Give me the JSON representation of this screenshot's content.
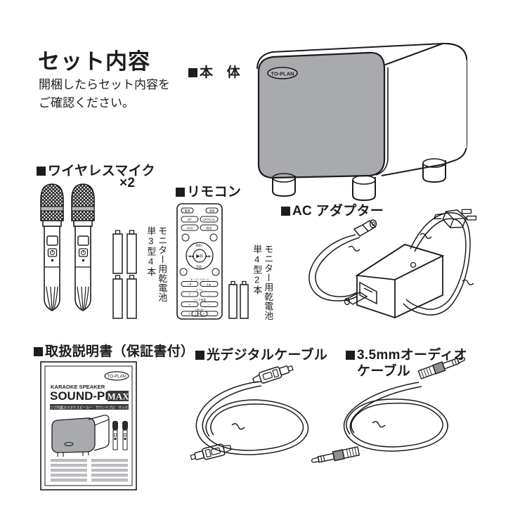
{
  "header": {
    "title": "セット内容",
    "subtitle": "開梱したらセット内容を\nご確認ください。"
  },
  "items": [
    {
      "id": "main-unit",
      "label": "本　体",
      "brand_badge": "TO-PLAN"
    },
    {
      "id": "wireless-mic",
      "label": "ワイヤレスマイク",
      "quantity": "×2",
      "battery_note_purpose": "モニター用乾電池",
      "battery_note_spec": "単3型4本"
    },
    {
      "id": "remote-control",
      "label": "リモコン",
      "battery_note_purpose": "モニター用乾電池",
      "battery_note_spec": "単4型2本",
      "buttons": {
        "power": "電源",
        "mute": "消音",
        "bt": "BT",
        "optical": "OPTICAL",
        "aux": "AUX",
        "pair": "設定",
        "vol_up": "音量＋",
        "vol_down": "音量−",
        "play_pause": "▶II",
        "prev": "I◀◀",
        "next": "▶▶I",
        "key_label": "キーコントロール",
        "key_down": "♭",
        "key_up": "♯",
        "echo": "エコー",
        "mic_volume": "マイク音量",
        "delay": "DELAY",
        "plus": "＋",
        "minus": "−",
        "reset": "リセット"
      }
    },
    {
      "id": "ac-adapter",
      "label": "AC アダプター"
    },
    {
      "id": "manual",
      "label": "取扱説明書（保証書付）",
      "cover": {
        "brand": "TO-PLAN",
        "category": "KARAOKE SPEAKER",
        "product": "SOUND-PRO",
        "product_suffix": "MAX",
        "tagline": "アンプ内蔵カラオケスピーカー　サウンドプロ　マックス"
      }
    },
    {
      "id": "optical-cable",
      "label": "光デジタルケーブル"
    },
    {
      "id": "audio-cable",
      "label": "3.5mmオーディオ",
      "label_line2": "ケーブル"
    }
  ],
  "colors": {
    "ink": "#1c1c1c",
    "panel_gray": "#a9aaae",
    "mid_gray": "#9a9ca1",
    "light_gray": "#c9cacc",
    "white": "#ffffff"
  }
}
